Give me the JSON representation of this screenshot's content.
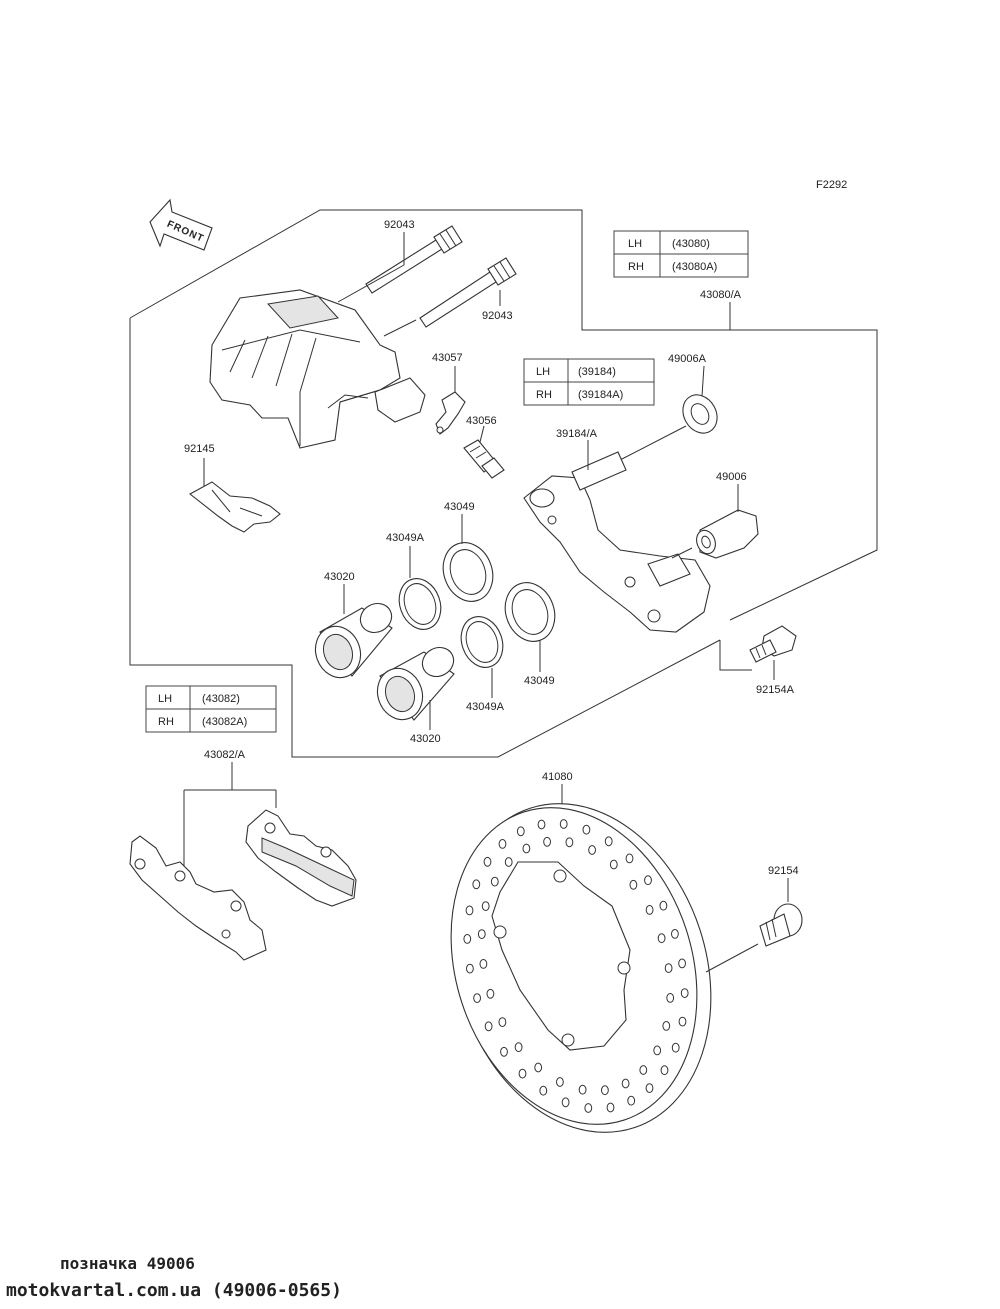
{
  "figure_code": "F2292",
  "front_label": "FRONT",
  "tables": [
    {
      "rows": [
        {
          "side": "LH",
          "part": "(43080)"
        },
        {
          "side": "RH",
          "part": "(43080A)"
        }
      ]
    },
    {
      "rows": [
        {
          "side": "LH",
          "part": "(39184)"
        },
        {
          "side": "RH",
          "part": "(39184A)"
        }
      ]
    },
    {
      "rows": [
        {
          "side": "LH",
          "part": "(43082)"
        },
        {
          "side": "RH",
          "part": "(43082A)"
        }
      ]
    }
  ],
  "callouts": {
    "pin_upper": "92043",
    "pin_lower": "92043",
    "caliper_assy": "43080/A",
    "bleeder_cap": "43057",
    "bleeder_valve": "43056",
    "boot_large": "49006A",
    "holder_pin": "39184/A",
    "boot_small": "49006",
    "spring_clip": "92145",
    "seal_upper": "43049",
    "seal_a_upper": "43049A",
    "piston_upper": "43020",
    "seal_right": "43049",
    "seal_a_lower": "43049A",
    "piston_lower": "43020",
    "holder_bolt": "92154A",
    "pad_set": "43082/A",
    "disc": "41080",
    "disc_bolt": "92154"
  },
  "footer": {
    "caption": "позначка 49006",
    "source": "motokvartal.com.ua (49006-0565)"
  }
}
